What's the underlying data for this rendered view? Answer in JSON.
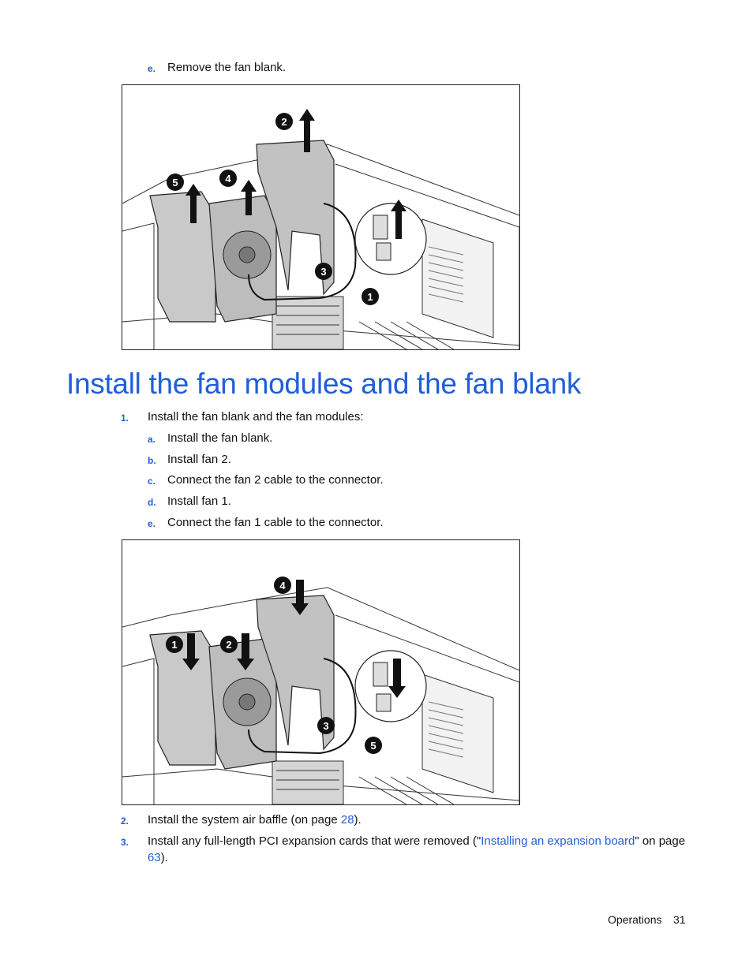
{
  "top_step": {
    "marker": "e.",
    "text": "Remove the fan blank."
  },
  "figure1": {
    "callouts": [
      "1",
      "2",
      "3",
      "4",
      "5"
    ]
  },
  "section_title": "Install the fan modules and the fan blank",
  "step1": {
    "marker": "1.",
    "text": "Install the fan blank and the fan modules:",
    "substeps": [
      {
        "marker": "a.",
        "text": "Install the fan blank."
      },
      {
        "marker": "b.",
        "text": "Install fan 2."
      },
      {
        "marker": "c.",
        "text": "Connect the fan 2 cable to the connector."
      },
      {
        "marker": "d.",
        "text": "Install fan 1."
      },
      {
        "marker": "e.",
        "text": "Connect the fan 1 cable to the connector."
      }
    ]
  },
  "figure2": {
    "callouts": [
      "1",
      "2",
      "3",
      "4",
      "5"
    ]
  },
  "step2": {
    "marker": "2.",
    "text_before": "Install the system air baffle (on page ",
    "link": "28",
    "text_after": ")."
  },
  "step3": {
    "marker": "3.",
    "text_before": "Install any full-length PCI expansion cards that were removed (\"",
    "link": "Installing an expansion board",
    "text_mid": "\" on page",
    "page_link": "63",
    "text_after": ")."
  },
  "footer": {
    "section": "Operations",
    "page": "31"
  },
  "colors": {
    "accent": "#1f5fd6",
    "text": "#111111"
  }
}
